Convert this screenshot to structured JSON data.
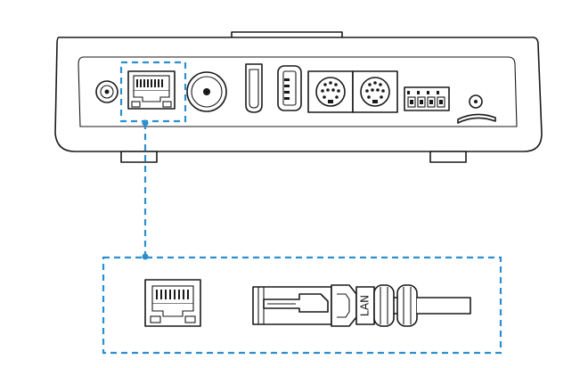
{
  "diagram": {
    "accent_color": "#2b8fd0",
    "line_color": "#1a1a1a",
    "device_ports": [
      "dc-power-jack",
      "rj45-lan-port",
      "coaxial-port",
      "hdmi-port",
      "usb-port",
      "mini-din-port-1",
      "mini-din-port-2",
      "terminal-block",
      "audio-jack"
    ],
    "highlighted_port": "rj45-lan-port",
    "cable": {
      "label": "LAN"
    }
  }
}
